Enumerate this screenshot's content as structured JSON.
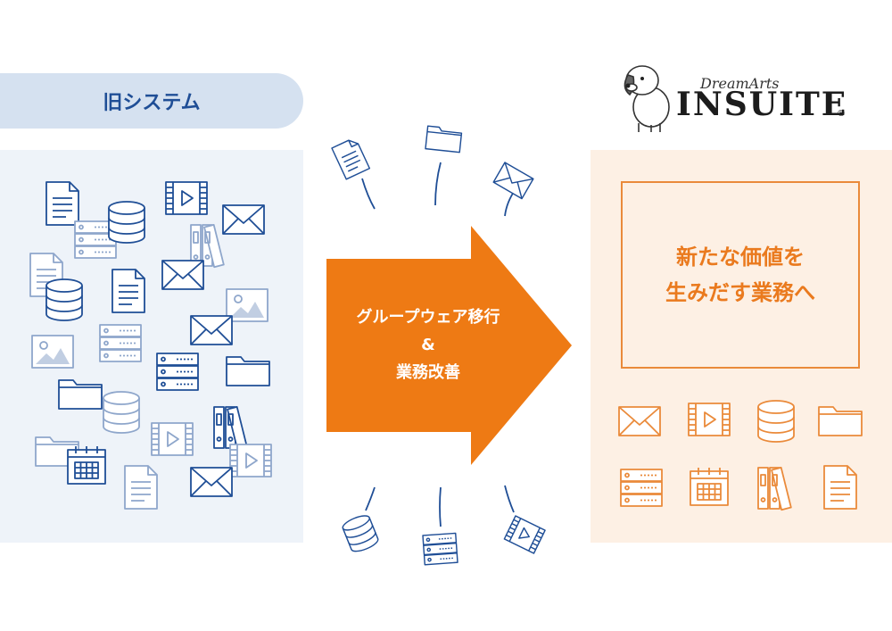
{
  "old_system": {
    "label": "旧システム"
  },
  "arrow": {
    "line1": "グループウェア移行",
    "line2": "&",
    "line3": "業務改善"
  },
  "logo": {
    "small": "DreamArts",
    "big": "INSUITE",
    "registered": "®"
  },
  "value_box": {
    "line1": "新たな価値を",
    "line2": "生みだす業務へ"
  },
  "colors": {
    "navy": "#1f4e96",
    "gray_blue": "#8ea6cb",
    "orange": "#ea7a1e",
    "arrow_orange": "#ee7a14",
    "old_panel": "#eef3f9",
    "new_panel": "#fdf0e4",
    "pill": "#d5e1f0"
  }
}
